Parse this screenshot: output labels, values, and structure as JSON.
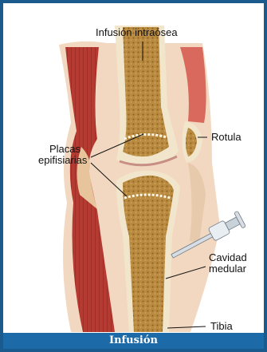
{
  "labels": {
    "infusion_intraosea": "Infusión intraósea",
    "placas": "Placas",
    "epifisiarias": "epifisiarias",
    "rotula": "Rotula",
    "cavidad": "Cavidad",
    "medular": "medular",
    "tibia": "Tibia"
  },
  "caption": "Infusión",
  "colors": {
    "frame": "#1a5a8c",
    "caption_bar": "#1d6aa8",
    "bone_marrow": "#b98a3f",
    "muscle": "#b43a32",
    "cortex": "#f1e6cc"
  }
}
